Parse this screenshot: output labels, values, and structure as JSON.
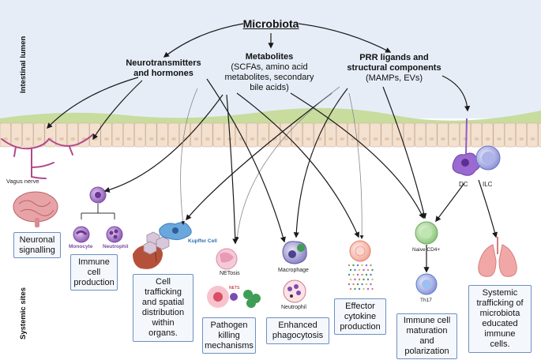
{
  "side_labels": {
    "lumen": "Intestinal lumen",
    "systemic": "Systemic sites"
  },
  "top": {
    "title": "Microbiota",
    "neuro": [
      "Neurotransmitters",
      "and hormones"
    ],
    "metabolites_title": "Metabolites",
    "metabolites_lines": [
      "(SCFAs, amino acid",
      "metabolites, secondary",
      "bile acids)"
    ],
    "prr_title": [
      "PRR ligands and",
      "structural components"
    ],
    "prr_sub": "(MAMPs, EVs)"
  },
  "cell_labels": {
    "vagus": "Vagus nerve",
    "monocyte": "Monocyte",
    "neutrophil_small": "Neutrophil",
    "kupffer": "Kupffer Cell",
    "netosis": "NETosis",
    "nets": "NETS",
    "macrophage": "Macrophage",
    "neutrophil": "Neutrophil",
    "dc": "DC",
    "ilc": "ILC",
    "naive": "Naive CD4+",
    "th17": "Th17"
  },
  "boxes": {
    "neuronal": [
      "Neuronal",
      "signalling"
    ],
    "immune_prod": [
      "Immune",
      "cell",
      "production"
    ],
    "trafficking": [
      "Cell",
      "trafficking",
      "and spatial",
      "distribution",
      "within",
      "organs."
    ],
    "pathogen": [
      "Pathogen",
      "killing",
      "mechanisms"
    ],
    "phago": [
      "Enhanced",
      "phagocytosis"
    ],
    "effector": [
      "Effector",
      "cytokine",
      "production"
    ],
    "maturation": [
      "Immune cell",
      "maturation",
      "and",
      "polarization"
    ],
    "systemic": [
      "Systemic",
      "trafficking of",
      "microbiota",
      "educated",
      "immune",
      "cells."
    ]
  },
  "colors": {
    "lumen_bg": "#e6edf7",
    "mucus": "#c8dc9e",
    "epithelium": "#f3e0cf",
    "nerve": "#b3488a",
    "box_border": "#6f8fbf",
    "box_fill": "#f4f8fd"
  }
}
